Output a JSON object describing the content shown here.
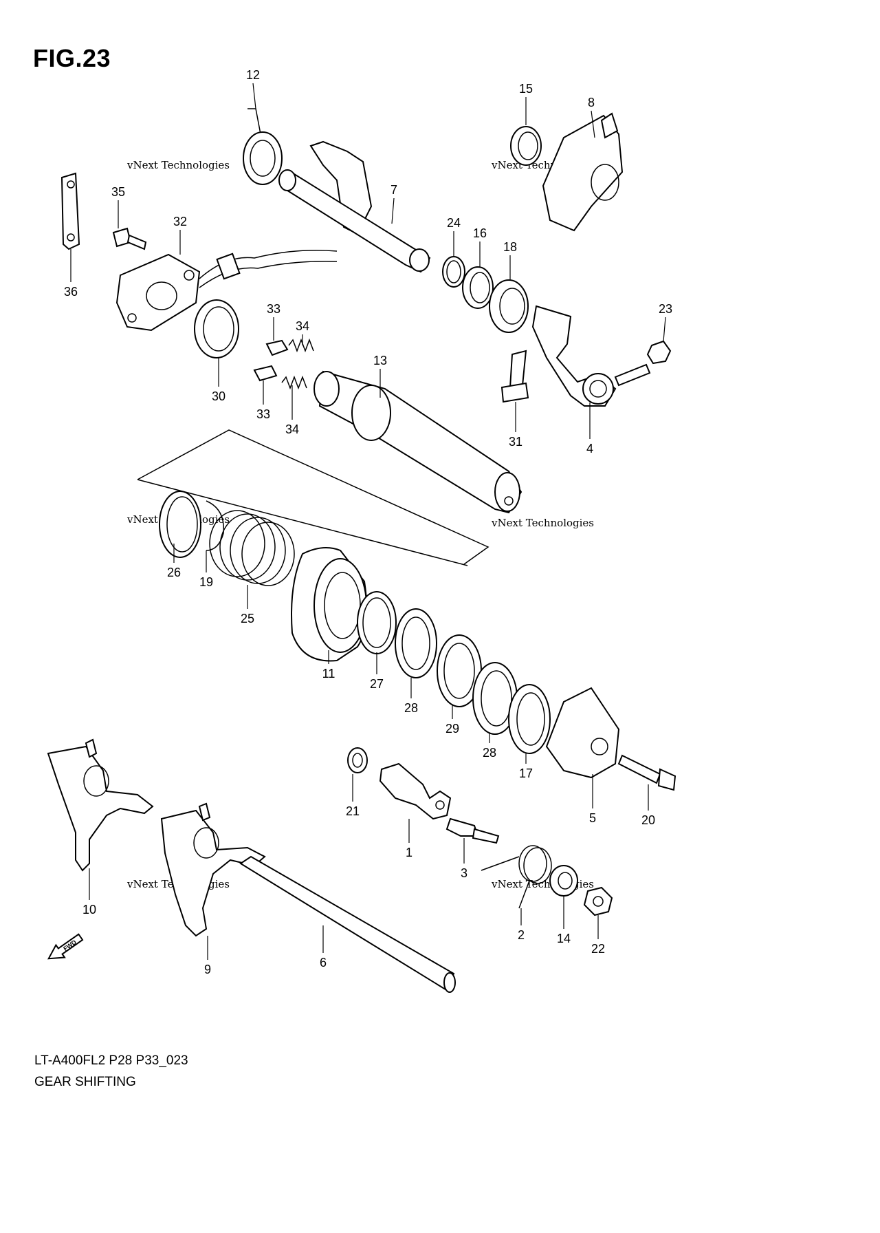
{
  "figure": {
    "title": "FIG.23",
    "model_code": "LT-A400FL2 P28 P33_023",
    "name": "GEAR SHIFTING"
  },
  "watermark": {
    "line1": "vNext Technologies",
    "line2": "Technologies",
    "line3": "vNext"
  },
  "fwd_label": "FWD",
  "callouts": [
    "12",
    "15",
    "8",
    "35",
    "7",
    "32",
    "24",
    "16",
    "18",
    "36",
    "23",
    "33",
    "34",
    "30",
    "13",
    "33",
    "34",
    "31",
    "4",
    "26",
    "19",
    "25",
    "11",
    "27",
    "28",
    "29",
    "28",
    "17",
    "21",
    "5",
    "20",
    "1",
    "3",
    "10",
    "2",
    "14",
    "22",
    "9",
    "6"
  ]
}
